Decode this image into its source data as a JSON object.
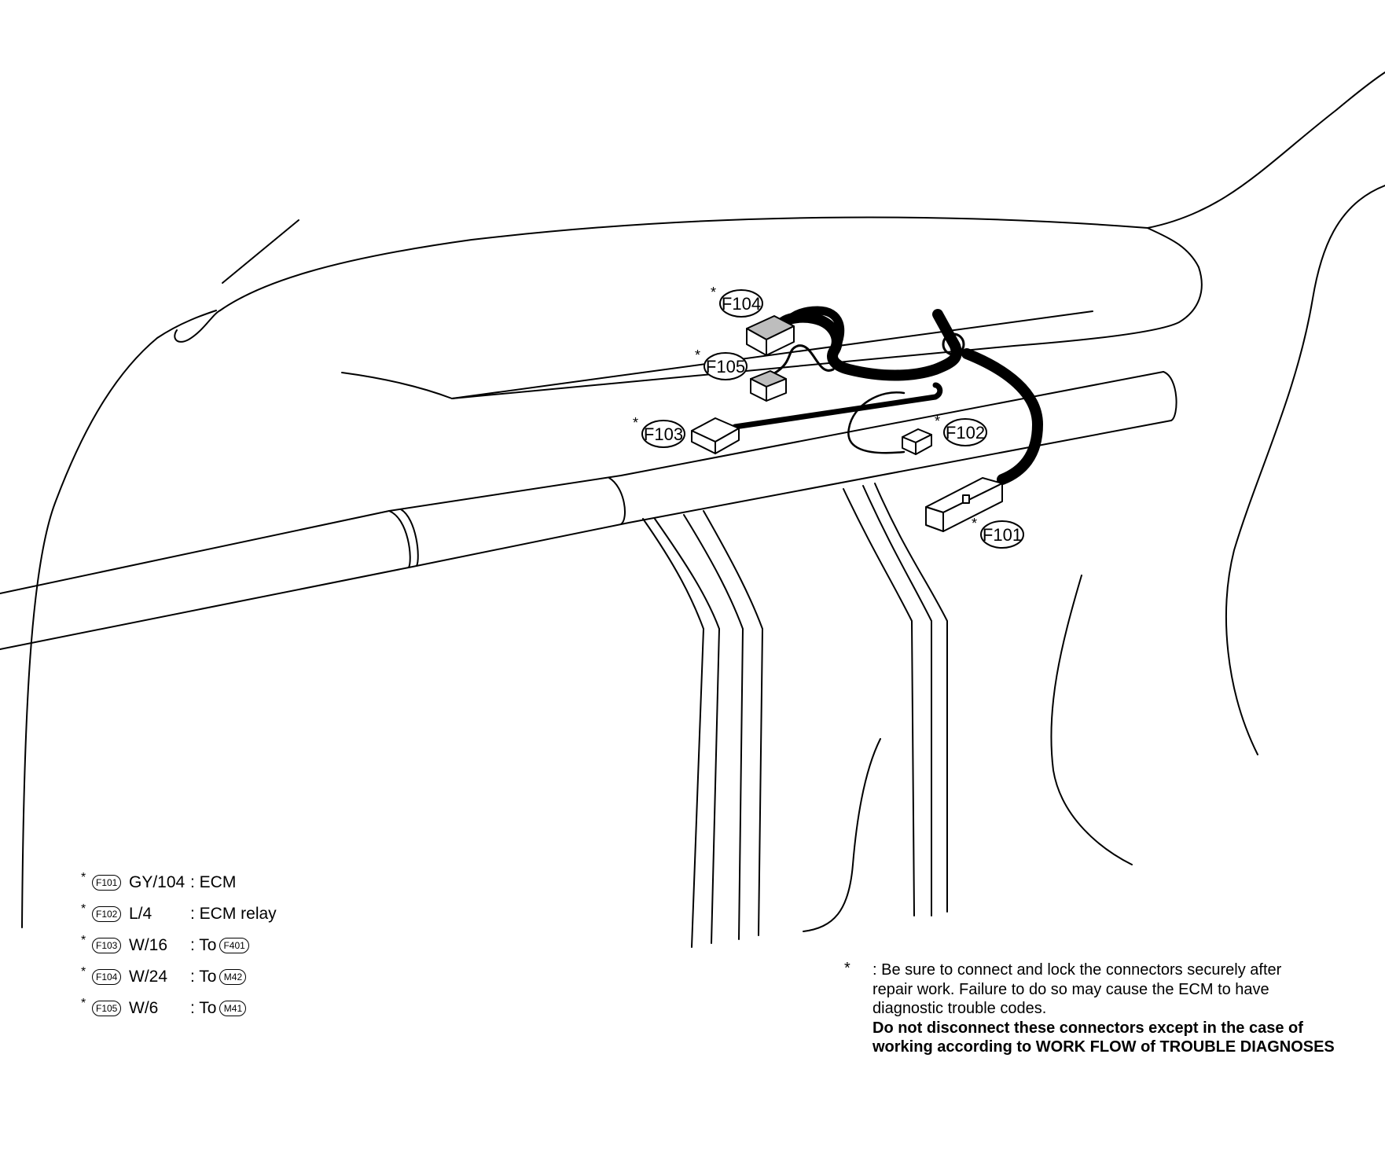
{
  "callouts": {
    "f104": "F104",
    "f105": "F105",
    "f103": "F103",
    "f102": "F102",
    "f101": "F101",
    "star": "*"
  },
  "legend": [
    {
      "star": "*",
      "connector": "F101",
      "code": "GY/104",
      "desc": ": ECM",
      "dest": ""
    },
    {
      "star": "*",
      "connector": "F102",
      "code": "L/4",
      "desc": ": ECM relay",
      "dest": ""
    },
    {
      "star": "*",
      "connector": "F103",
      "code": "W/16",
      "desc": ": To",
      "dest": "F401"
    },
    {
      "star": "*",
      "connector": "F104",
      "code": "W/24",
      "desc": ": To",
      "dest": "M42"
    },
    {
      "star": "*",
      "connector": "F105",
      "code": "W/6",
      "desc": ": To",
      "dest": "M41"
    }
  ],
  "note": {
    "star": "*",
    "lines": [
      ": Be sure to connect and lock the connectors securely after",
      "repair work. Failure to do so may cause the ECM to have",
      "diagnostic trouble codes."
    ],
    "bold_lines": [
      "Do not disconnect these connectors except in the case of",
      "working according to WORK FLOW of TROUBLE DIAGNOSES"
    ]
  },
  "colors": {
    "line": "#000000",
    "background": "#ffffff",
    "connector_shade": "#bdbdbd"
  }
}
